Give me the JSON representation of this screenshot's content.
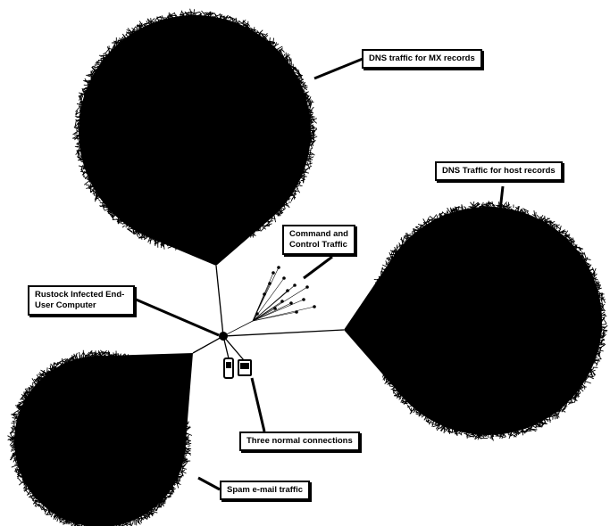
{
  "labels": {
    "mx": "DNS traffic for MX records",
    "host": "DNS Traffic for host records",
    "cc": "Command and Control Traffic",
    "infected": "Rustock Infected End-User Computer",
    "normal": "Three normal connections",
    "spam": "Spam e-mail traffic"
  },
  "colors": {
    "ink": "#000000",
    "background": "#ffffff"
  }
}
